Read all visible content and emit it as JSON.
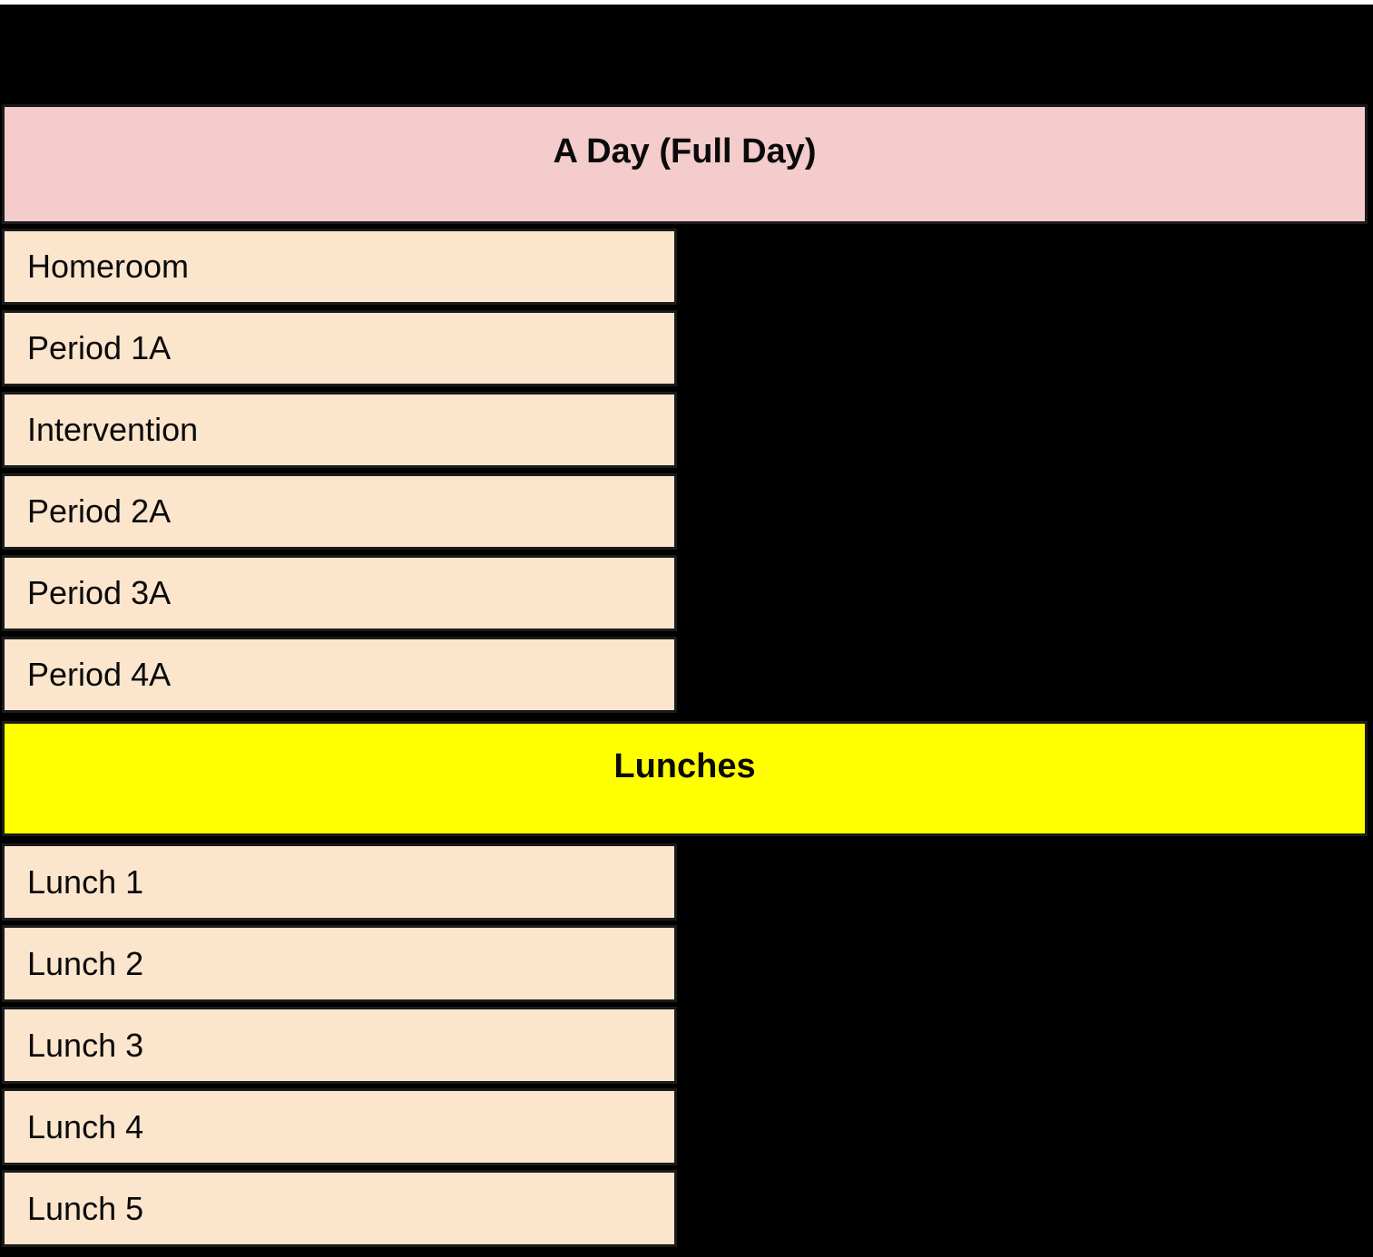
{
  "schedule": {
    "day_header_label": "A Day (Full Day)",
    "lunch_header_label": "Lunches",
    "periods": [
      "Homeroom",
      "Period 1A",
      "Intervention",
      "Period 2A",
      "Period 3A",
      "Period 4A"
    ],
    "lunches": [
      "Lunch 1",
      "Lunch 2",
      "Lunch 3",
      "Lunch 4",
      "Lunch 5"
    ]
  },
  "colors": {
    "page_background": "#000000",
    "top_strip": "#ffffff",
    "day_header_bg": "#f4cccc",
    "lunch_header_bg": "#ffff00",
    "row_bg": "#fce5cd",
    "border": "#1b1b1b",
    "text": "#0a0a0a"
  }
}
